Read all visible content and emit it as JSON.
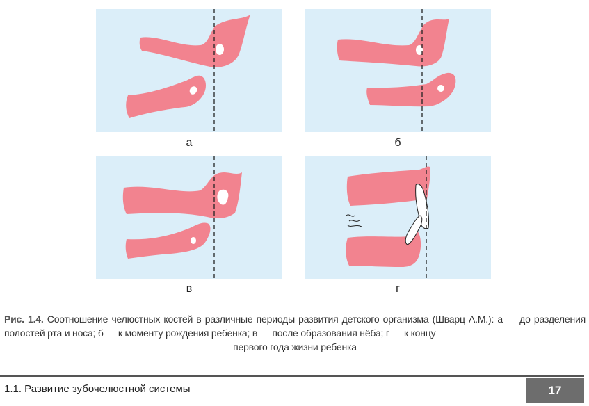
{
  "figure": {
    "panels": [
      {
        "label": "а"
      },
      {
        "label": "б"
      },
      {
        "label": "в"
      },
      {
        "label": "г"
      }
    ],
    "caption_lead": "Рис. 1.4.",
    "caption_body": "Соотношение челюстных костей в различные периоды развития детского организма (Шварц А.М.): а — до разделения полостей рта и носа; б — к моменту рождения ребенка; в — после образования нёба; г — к концу",
    "caption_last": "первого года жизни ребенка",
    "colors": {
      "panel_bg": "#dbeef9",
      "bone": "#f2838f",
      "marker": "#ffffff"
    }
  },
  "footer": {
    "section_title": "1.1. Развитие зубочелюстной системы",
    "page_number": "17"
  }
}
